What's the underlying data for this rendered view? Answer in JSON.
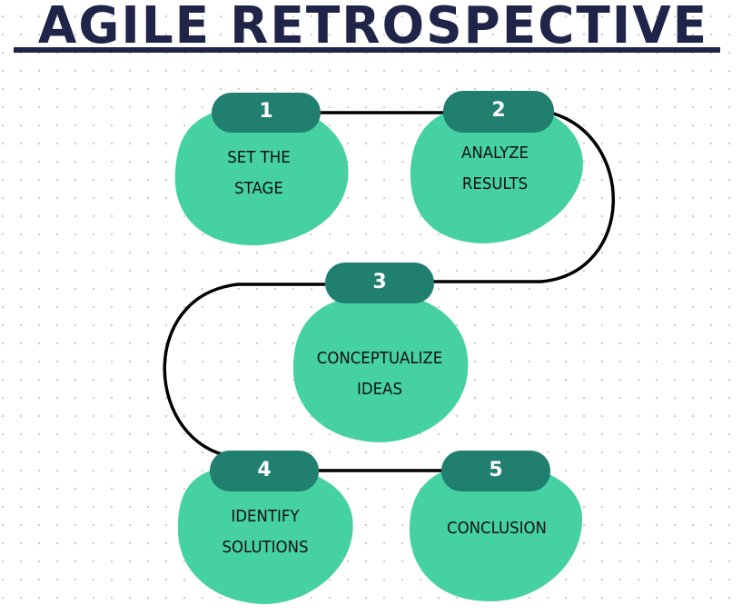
{
  "title": "AGILE RETROSPECTIVE",
  "colors": {
    "title": "#1f2448",
    "blob": "#45d1a1",
    "badge": "#207f6f",
    "connector": "#000000",
    "badge_text": "#ffffff",
    "label_text": "#111111"
  },
  "steps": [
    {
      "number": "1",
      "label_line1": "SET THE",
      "label_line2": "STAGE"
    },
    {
      "number": "2",
      "label_line1": "ANALYZE",
      "label_line2": "RESULTS"
    },
    {
      "number": "3",
      "label_line1": "CONCEPTUALIZE",
      "label_line2": "IDEAS"
    },
    {
      "number": "4",
      "label_line1": "IDENTIFY",
      "label_line2": "SOLUTIONS"
    },
    {
      "number": "5",
      "label_line1": "CONCLUSION",
      "label_line2": ""
    }
  ]
}
